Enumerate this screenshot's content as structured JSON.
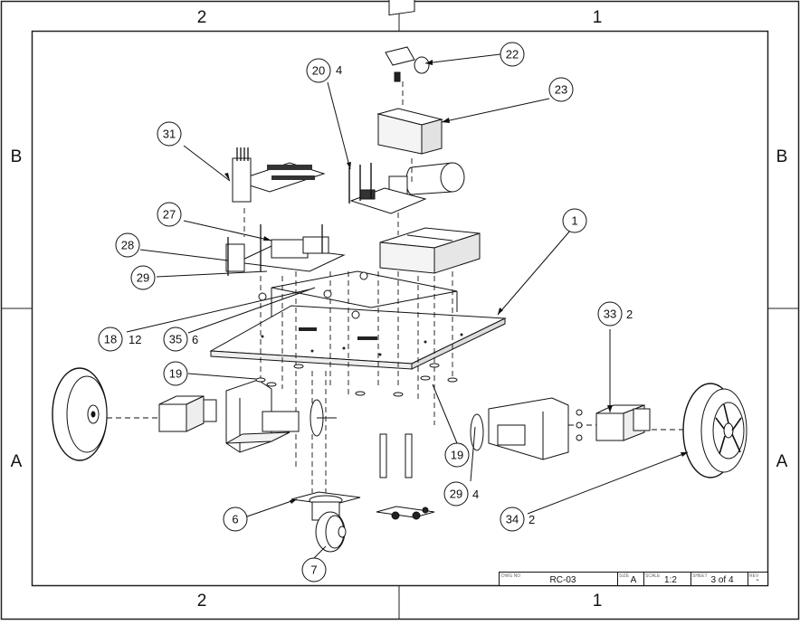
{
  "border": {
    "top_zones": [
      "2",
      "1"
    ],
    "bottom_zones": [
      "2",
      "1"
    ],
    "left_zones": [
      "B",
      "A"
    ],
    "right_zones": [
      "B",
      "A"
    ]
  },
  "callouts": [
    {
      "id": "c1",
      "number": "1",
      "qty": ""
    },
    {
      "id": "c6",
      "number": "6",
      "qty": ""
    },
    {
      "id": "c7",
      "number": "7",
      "qty": ""
    },
    {
      "id": "c18",
      "number": "18",
      "qty": "12"
    },
    {
      "id": "c19a",
      "number": "19",
      "qty": ""
    },
    {
      "id": "c19b",
      "number": "19",
      "qty": ""
    },
    {
      "id": "c20",
      "number": "20",
      "qty": "4"
    },
    {
      "id": "c22",
      "number": "22",
      "qty": ""
    },
    {
      "id": "c23",
      "number": "23",
      "qty": ""
    },
    {
      "id": "c27",
      "number": "27",
      "qty": ""
    },
    {
      "id": "c28",
      "number": "28",
      "qty": ""
    },
    {
      "id": "c29a",
      "number": "29",
      "qty": ""
    },
    {
      "id": "c29b",
      "number": "29",
      "qty": "4"
    },
    {
      "id": "c31",
      "number": "31",
      "qty": ""
    },
    {
      "id": "c33",
      "number": "33",
      "qty": "2"
    },
    {
      "id": "c34",
      "number": "34",
      "qty": "2"
    },
    {
      "id": "c35",
      "number": "35",
      "qty": "6"
    }
  ],
  "title_block": {
    "dwg_no_label": "DWG NO",
    "dwg_no": "RC-03",
    "size_label": "SIZE",
    "size": "A",
    "scale_label": "SCALE",
    "scale": "1:2",
    "sheet_label": "SHEET",
    "sheet": "3 of 4",
    "rev_label": "REV",
    "rev": "-"
  }
}
